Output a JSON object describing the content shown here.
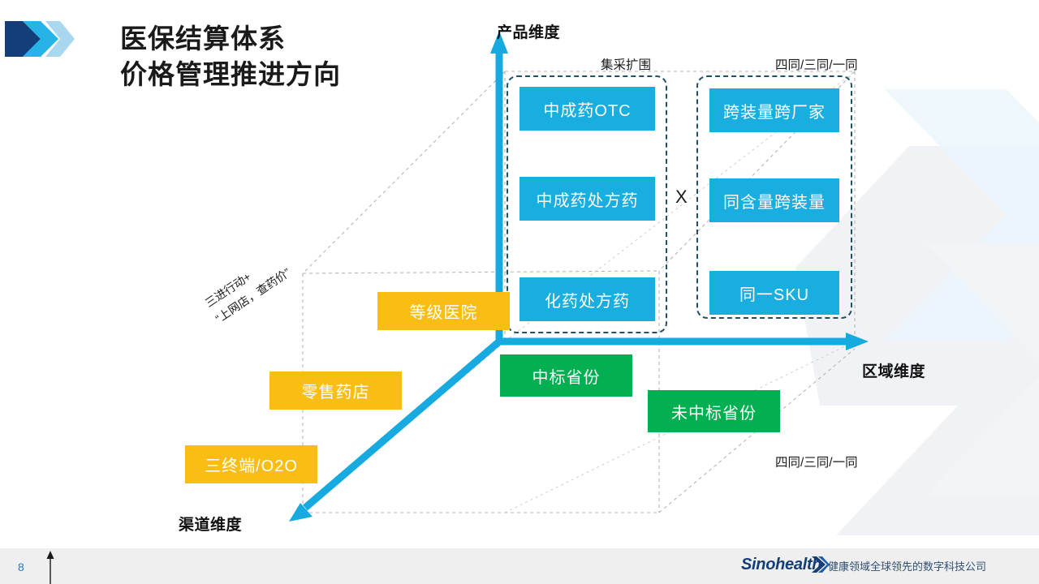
{
  "slide": {
    "title": "医保结算体系\n价格管理推进方向",
    "page_number": "8"
  },
  "axes": {
    "product": "产品维度",
    "region": "区域维度",
    "channel": "渠道维度"
  },
  "annotations": {
    "top_left": "集采扩围",
    "top_right": "四同/三同/一同",
    "bottom_right": "四同/三同/一同",
    "channel_line1": "三进行动+",
    "channel_line2": "“上网店，查药价”",
    "multiply": "X"
  },
  "product_boxes": [
    {
      "label": "中成药OTC"
    },
    {
      "label": "中成药处方药"
    },
    {
      "label": "化药处方药"
    }
  ],
  "region_spec_boxes": [
    {
      "label": "跨装量跨厂家"
    },
    {
      "label": "同含量跨装量"
    },
    {
      "label": "同一SKU"
    }
  ],
  "channel_boxes": [
    {
      "label": "等级医院"
    },
    {
      "label": "零售药店"
    },
    {
      "label": "三终端/O2O"
    }
  ],
  "region_boxes": [
    {
      "label": "中标省份"
    },
    {
      "label": "未中标省份"
    }
  ],
  "footer": {
    "brand": "Sinohealth",
    "tagline": "健康领域全球领先的数字科技公司"
  },
  "colors": {
    "blue": "#19AEE0",
    "yellow": "#FABD14",
    "green": "#02B052",
    "dash_border": "#1F5066",
    "logo_dark": "#143E79",
    "logo_mid": "#27B3E8",
    "logo_light": "#A9D7F0",
    "axis_arrow": "#17AAE0",
    "page_number": "#1C7FC4"
  }
}
